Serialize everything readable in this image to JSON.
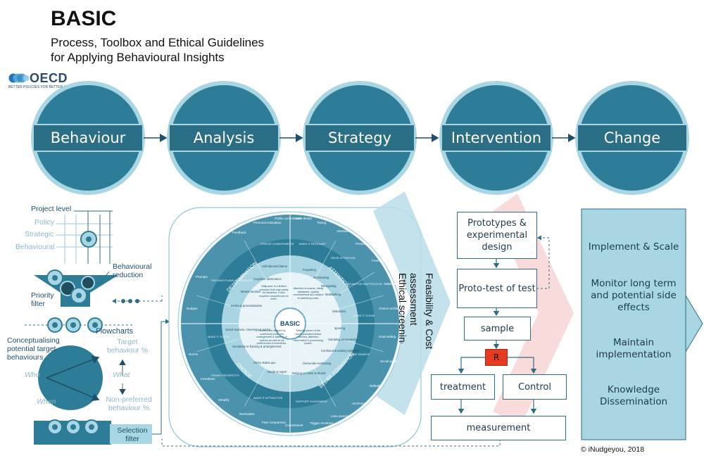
{
  "header": {
    "title": "BASIC",
    "subtitle_line1": "Process, Toolbox and Ethical Guidelines",
    "subtitle_line2": "for Applying Behavioural Insights"
  },
  "logo": {
    "name": "OECD",
    "tagline": "BETTER POLICIES FOR BETTER LIVES"
  },
  "stages": [
    "Behaviour",
    "Analysis",
    "Strategy",
    "Intervention",
    "Change"
  ],
  "left_panel": {
    "project_level": "Project level",
    "policy": "Policy",
    "strategic": "Strategic",
    "behavioural": "Behavioural",
    "behavioural_reduction": "Behavioural reduction",
    "priority_filter": "Priority filter",
    "flowcharts": "Flowcharts",
    "conceptualising": "Conceptualising potential target behaviours",
    "who": "Who",
    "when": "When",
    "what": "What",
    "target_behaviour": "Target behaviour %",
    "non_preferred": "Non-preferred behaviour %",
    "selection_filter": "Selection filter"
  },
  "wheel": {
    "center": "BASIC",
    "quadrants": [
      "DETERMINATION",
      "ATTENTION",
      "BELIEF FORMATION",
      "CHOICE"
    ],
    "outer_ring": [
      "Feedback",
      "Personal motivation",
      "Public commitment",
      "Inter-dental",
      "Timing",
      "Attention",
      "Personalisation",
      "Framing",
      "Salience",
      "Choice architecture",
      "Goal setting",
      "Social proof",
      "Defaults",
      "Anchoring",
      "Loss aversion",
      "Trigger emotions",
      "Commitment",
      "Peer comparison",
      "Reminders",
      "Simplify",
      "Incentives",
      "Norms",
      "Nudges",
      "Prompts"
    ],
    "middle_ring": [
      "CREATE COMMITMENTS",
      "MAKE IT RELEVANT",
      "SEIZE ATTENTION",
      "PLAN FOR INATTENTION",
      "MAKE IT CLEAR",
      "GUIDE SEARCH",
      "SUPPORT JUDGEMENT",
      "MAKE IT ATTRACTIVE",
      "FRAME PROSPECTS",
      "MAKE IT SOCIAL",
      "PROVIDE PLANS & FEEDBACK"
    ],
    "inner_texts": [
      "Self-directed blame",
      "Cognitive dissonance",
      "Mental taxation",
      "Inertia & procrastination",
      "Willpower is a limited resource that may easily be depleted. It also requires competences to exert.",
      "Forgetting",
      "Overlooking",
      "Renegating",
      "Multitasking",
      "Attention is scarce, easily distracted, quickly overwhelmed and subject to switching costs.",
      "Distracted",
      "Ignoring",
      "Sampling erroneously",
      "Confused & making mistakes",
      "Making sense of the world provided limited memory, attention, information & processing power.",
      "Overunder-estimating",
      "Relying on rules of thumb",
      "Doubt & regret",
      "Sticky status quo",
      "Sensitivity to framing & arrangements",
      "Choices are shaped by contextual cues, the arrangement & framing of options as well as by preferences & incentives.",
      "Social motives, meanings & norms"
    ]
  },
  "feasibility": {
    "line1": "Feasibility & Cost",
    "line2": "assessment",
    "line3": "Ethical screening"
  },
  "flow": {
    "prototypes": "Prototypes & experimental design",
    "prototest": "Proto-test of test",
    "sample": "sample",
    "r": "R",
    "treatment": "treatment",
    "control": "Control",
    "measurement": "measurement"
  },
  "change_panel": [
    "Implement & Scale",
    "Monitor long term and potential side effects",
    "Maintain implementation",
    "Knowledge Dissemination"
  ],
  "copyright": "© iNudgeyou,  2018",
  "colors": {
    "teal": "#2e7d98",
    "light_teal": "#9fd0de",
    "dark": "#1f5f74",
    "ring_outer": "#3f8aa5",
    "ring_inner": "#a9d5e2",
    "panel": "#a8d6e2",
    "red": "#e63b1e"
  }
}
